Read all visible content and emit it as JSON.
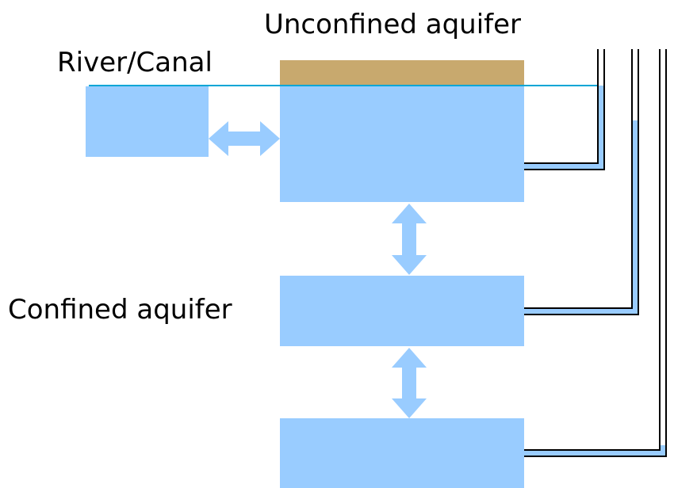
{
  "labels": {
    "unconfined": "Unconfined aquifer",
    "river": "River/Canal",
    "confined": "Confined aquifer"
  },
  "colors": {
    "water": "#99ccff",
    "soil": "#c8a96e",
    "water_level_line": "#00a6d6",
    "pipe_outline": "#000000",
    "background": "#ffffff"
  }
}
